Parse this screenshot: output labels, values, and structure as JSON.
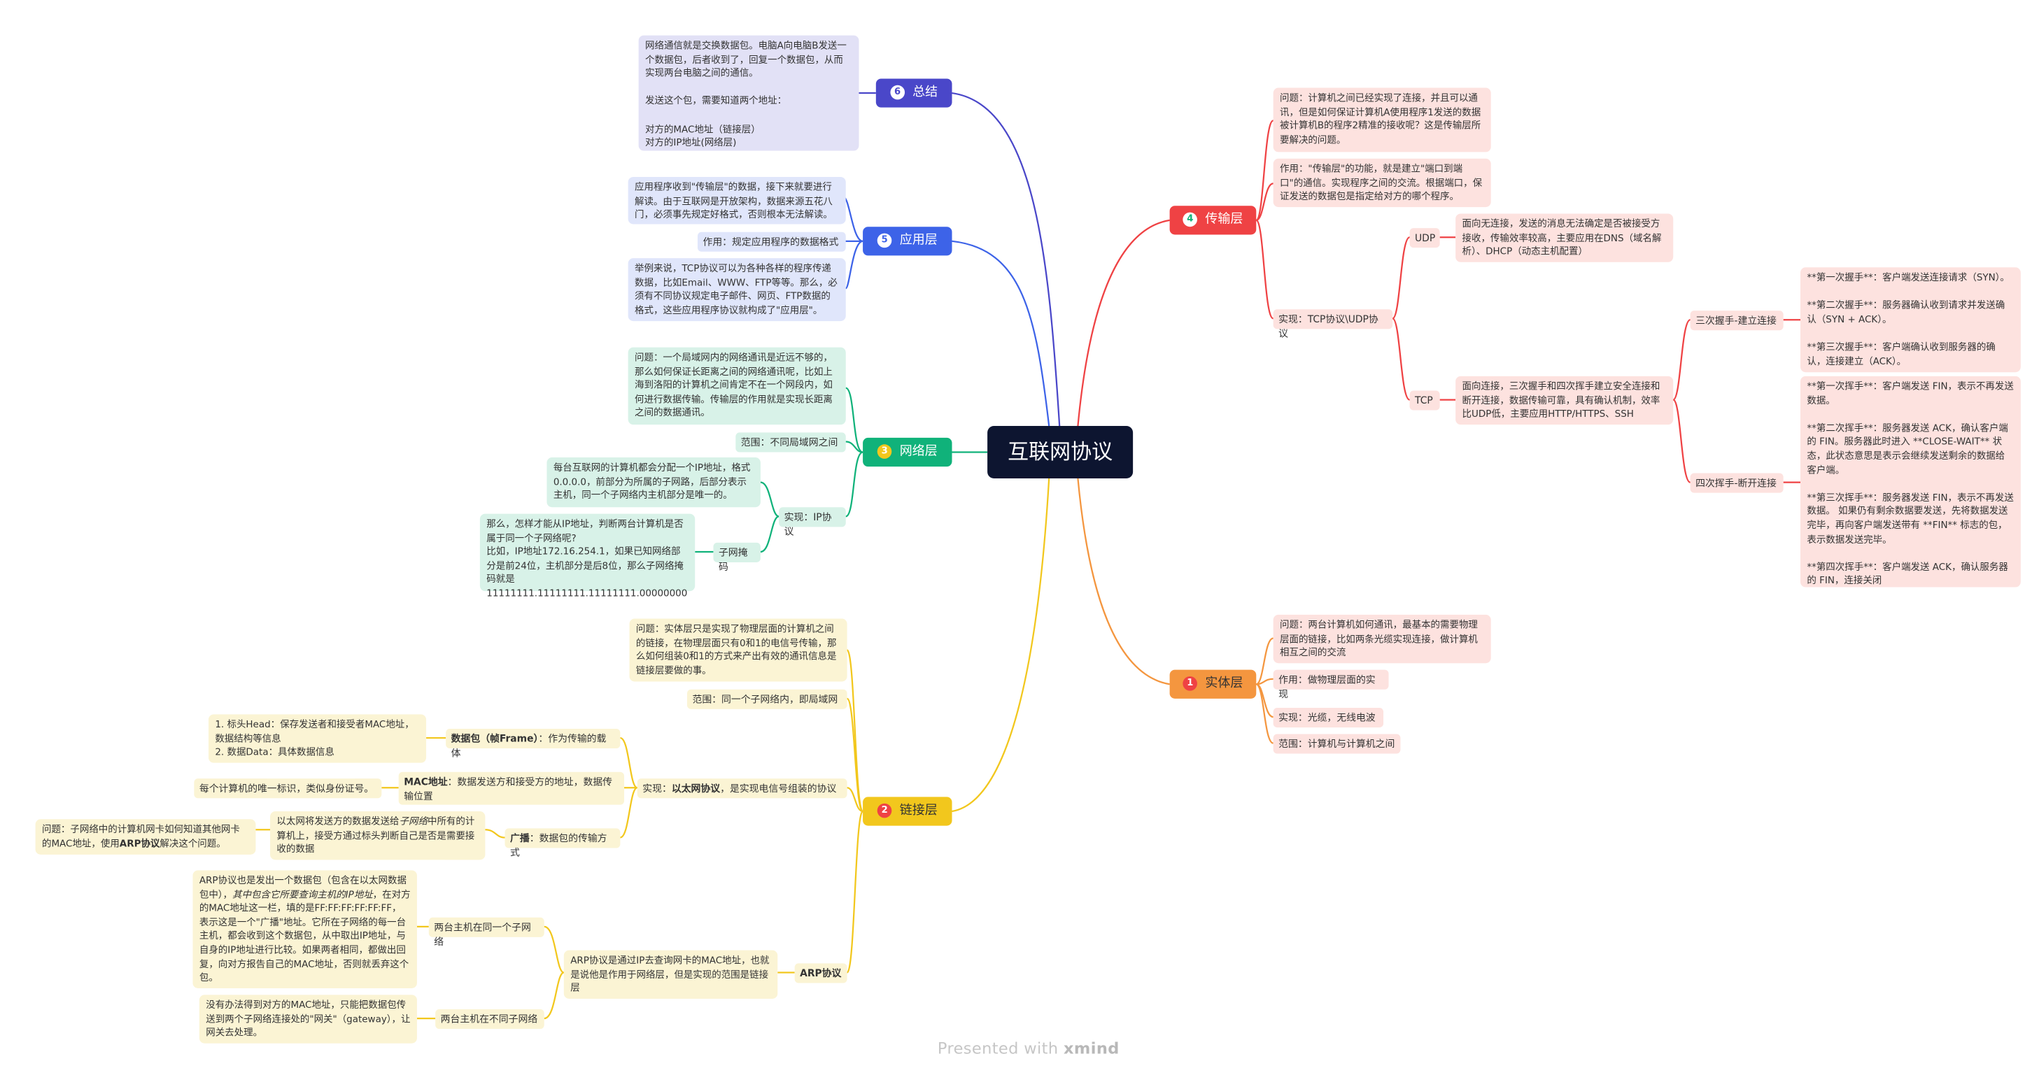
{
  "central": "互联网协议",
  "footer": {
    "prefix": "Presented with",
    "brand": "xmind"
  },
  "colors": {
    "transport": "#ef4244",
    "physical": "#f4963f",
    "link": "#f2c71d",
    "network": "#10b27a",
    "application": "#3d63e8",
    "summary": "#4a47c9"
  },
  "summary": {
    "num": "6",
    "title": "总结",
    "note": "网络通信就是交换数据包。电脑A向电脑B发送一个数据包，后者收到了，回复一个数据包，从而实现两台电脑之间的通信。\n\n发送这个包，需要知道两个地址：\n\n对方的MAC地址（链接层）\n对方的IP地址(网络层)"
  },
  "application": {
    "num": "5",
    "title": "应用层",
    "desc": "应用程序收到\"传输层\"的数据，接下来就要进行解读。由于互联网是开放架构，数据来源五花八门，必须事先规定好格式，否则根本无法解读。",
    "role": "作用：规定应用程序的数据格式",
    "example": "举例来说，TCP协议可以为各种各样的程序传递数据，比如Email、WWW、FTP等等。那么，必须有不同协议规定电子邮件、网页、FTP数据的格式，这些应用程序协议就构成了\"应用层\"。"
  },
  "network": {
    "num": "3",
    "title": "网络层",
    "problem": "问题：一个局域网内的网络通讯是近远不够的，那么如何保证长距离之间的网络通讯呢，比如上海到洛阳的计算机之间肯定不在一个网段内，如何进行数据传输。传输层的作用就是实现长距离之间的数据通讯。",
    "scope": "范围：不同局域网之间",
    "impl": "实现：IP协议",
    "ip_desc": "每台互联网的计算机都会分配一个IP地址，格式0.0.0.0，前部分为所属的子网路，后部分表示主机，同一个子网络内主机部分是唯一的。",
    "mask": "子网掩码",
    "mask_desc": "那么，怎样才能从IP地址，判断两台计算机是否属于同一个子网络呢?\n比如，IP地址172.16.254.1，如果已知网络部分是前24位，主机部分是后8位，那么子网络掩码就是11111111.11111111.11111111.00000000"
  },
  "link": {
    "num": "2",
    "title": "链接层",
    "problem": "问题：实体层只是实现了物理层面的计算机之间的链接，在物理层面只有0和1的电信号传输，那么如何组装0和1的方式来产出有效的通讯信息是链接层要做的事。",
    "scope": "范围：同一个子网络内，即局域网",
    "impl_prefix": "实现：",
    "impl_bold": "以太网协议",
    "impl_suffix": "，是实现电信号组装的协议",
    "frame_bold": "数据包（帧Frame）",
    "frame_suffix": "：作为传输的载体",
    "frame_note": "1. 标头Head：保存发送者和接受者MAC地址，数据结构等信息\n2. 数据Data：具体数据信息",
    "mac_bold": "MAC地址",
    "mac_suffix": "：数据发送方和接受方的地址，数据传输位置",
    "mac_note": "每个计算机的唯一标识，类似身份证号。",
    "broadcast_bold": "广播",
    "broadcast_suffix": "：数据包的传输方式",
    "broadcast_note_a": "以太网将发送方的数据发送给",
    "broadcast_note_i": "子网络",
    "broadcast_note_b": "中所有的计算机上，接受方通过标头判断自己是否是需要接收的数据",
    "broadcast_q_a": "问题：子网络中的计算机网卡如何知道其他网卡的MAC地址，使用",
    "broadcast_q_b": "ARP协议",
    "broadcast_q_c": "解决这个问题。",
    "arp": "ARP协议",
    "arp_desc": "ARP协议是通过IP去查询网卡的MAC地址，也就是说他是作用于网络层，但是实现的范围是链接层",
    "same": "两台主机在同一个子网络",
    "same_note_a": "ARP协议也是发出一个数据包（包含在以太网数据包中），",
    "same_note_i": "其中包含它所要查询主机的IP地址",
    "same_note_b": "，在对方的MAC地址这一栏，填的是FF:FF:FF:FF:FF:FF，表示这是一个\"广播\"地址。它所在子网络的每一台主机，都会收到这个数据包，从中取出IP地址，与自身的IP地址进行比较。如果两者相同，都做出回复，向对方报告自己的MAC地址，否则就丢弃这个包。",
    "diff": "两台主机在不同子网络",
    "diff_note": "没有办法得到对方的MAC地址，只能把数据包传送到两个子网络连接处的\"网关\"（gateway），让网关去处理。"
  },
  "transport": {
    "num": "4",
    "title": "传输层",
    "problem": "问题：计算机之间已经实现了连接，并且可以通讯，但是如何保证计算机A使用程序1发送的数据被计算机B的程序2精准的接收呢？这是传输层所要解决的问题。",
    "role": "作用：\"传输层\"的功能，就是建立\"端口到端口\"的通信。实现程序之间的交流。根据端口，保证发送的数据包是指定给对方的哪个程序。",
    "impl": "实现：TCP协议\\UDP协议",
    "udp": "UDP",
    "udp_desc": "面向无连接，发送的消息无法确定是否被接受方接收，传输效率较高，主要应用在DNS（域名解析）、DHCP（动态主机配置）",
    "tcp": "TCP",
    "tcp_desc": "面向连接，三次握手和四次挥手建立安全连接和断开连接，数据传输可靠，具有确认机制，效率比UDP低，主要应用HTTP/HTTPS、SSH",
    "three": "三次握手-建立连接",
    "three_desc": "**第一次握手**：客户端发送连接请求（SYN）。\n\n**第二次握手**：服务器确认收到请求并发送确认（SYN + ACK）。\n\n**第三次握手**：客户端确认收到服务器的确认，连接建立（ACK）。",
    "four": "四次挥手-断开连接",
    "four_desc": "**第一次挥手**：客户端发送 FIN，表示不再发送数据。\n\n**第二次挥手**：服务器发送 ACK，确认客户端的 FIN。服务器此时进入 **CLOSE-WAIT** 状态，此状态意思是表示会继续发送剩余的数据给客户端。\n\n**第三次挥手**：服务器发送 FIN，表示不再发送数据。 如果仍有剩余数据要发送，先将数据发送完毕，再向客户端发送带有 **FIN** 标志的包，表示数据发送完毕。\n\n**第四次挥手**：客户端发送 ACK，确认服务器的 FIN，连接关闭"
  },
  "physical": {
    "num": "1",
    "title": "实体层",
    "problem": "问题：两台计算机如何通讯，最基本的需要物理层面的链接，比如两条光缆实现连接，做计算机相互之间的交流",
    "role": "作用：做物理层面的实现",
    "impl": "实现：光缆，无线电波",
    "scope": "范围：计算机与计算机之间"
  }
}
